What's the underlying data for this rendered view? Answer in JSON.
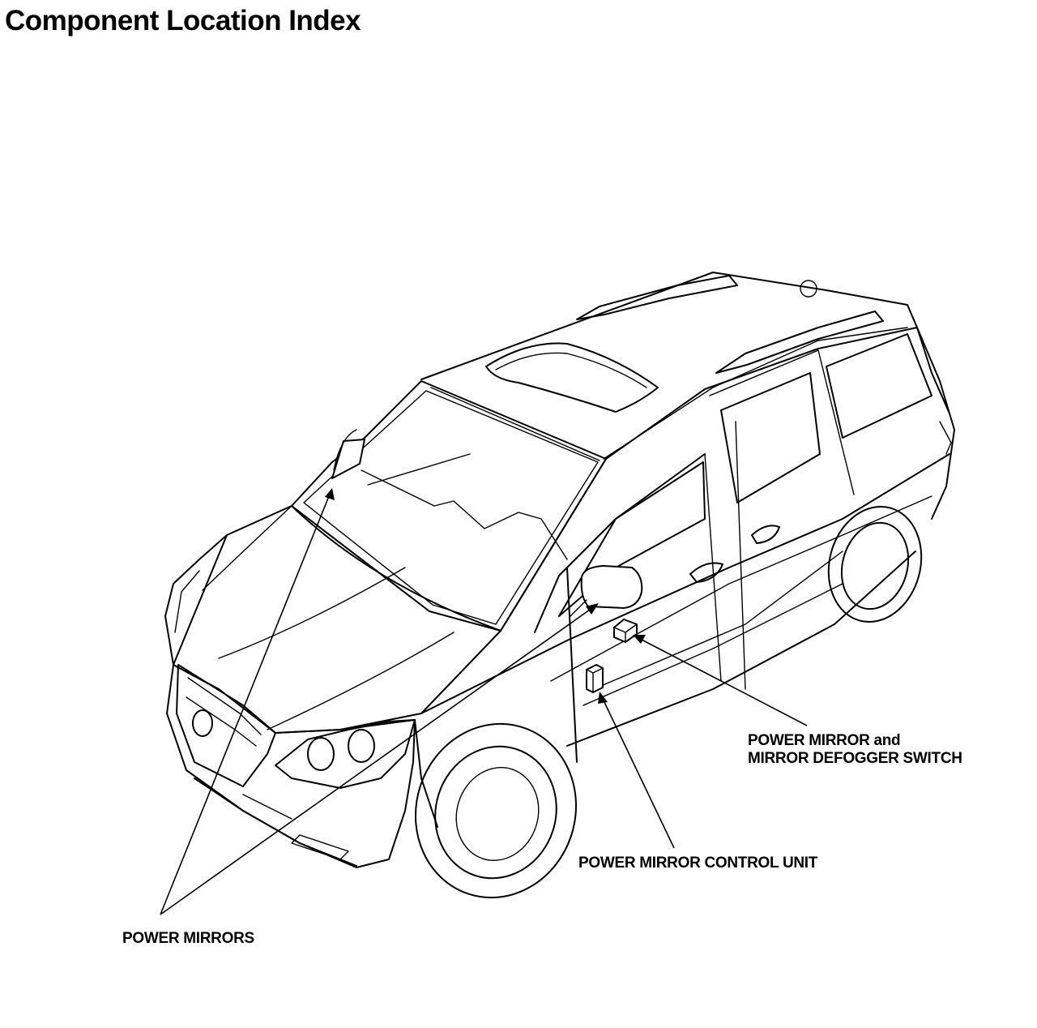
{
  "title": "Component Location Index",
  "callouts": {
    "defogger_switch": [
      "POWER MIRROR and",
      "MIRROR DEFOGGER SWITCH"
    ],
    "control_unit": "POWER MIRROR CONTROL UNIT",
    "power_mirrors": "POWER MIRRORS"
  },
  "colors": {
    "ink": "#000000",
    "background": "#ffffff"
  }
}
